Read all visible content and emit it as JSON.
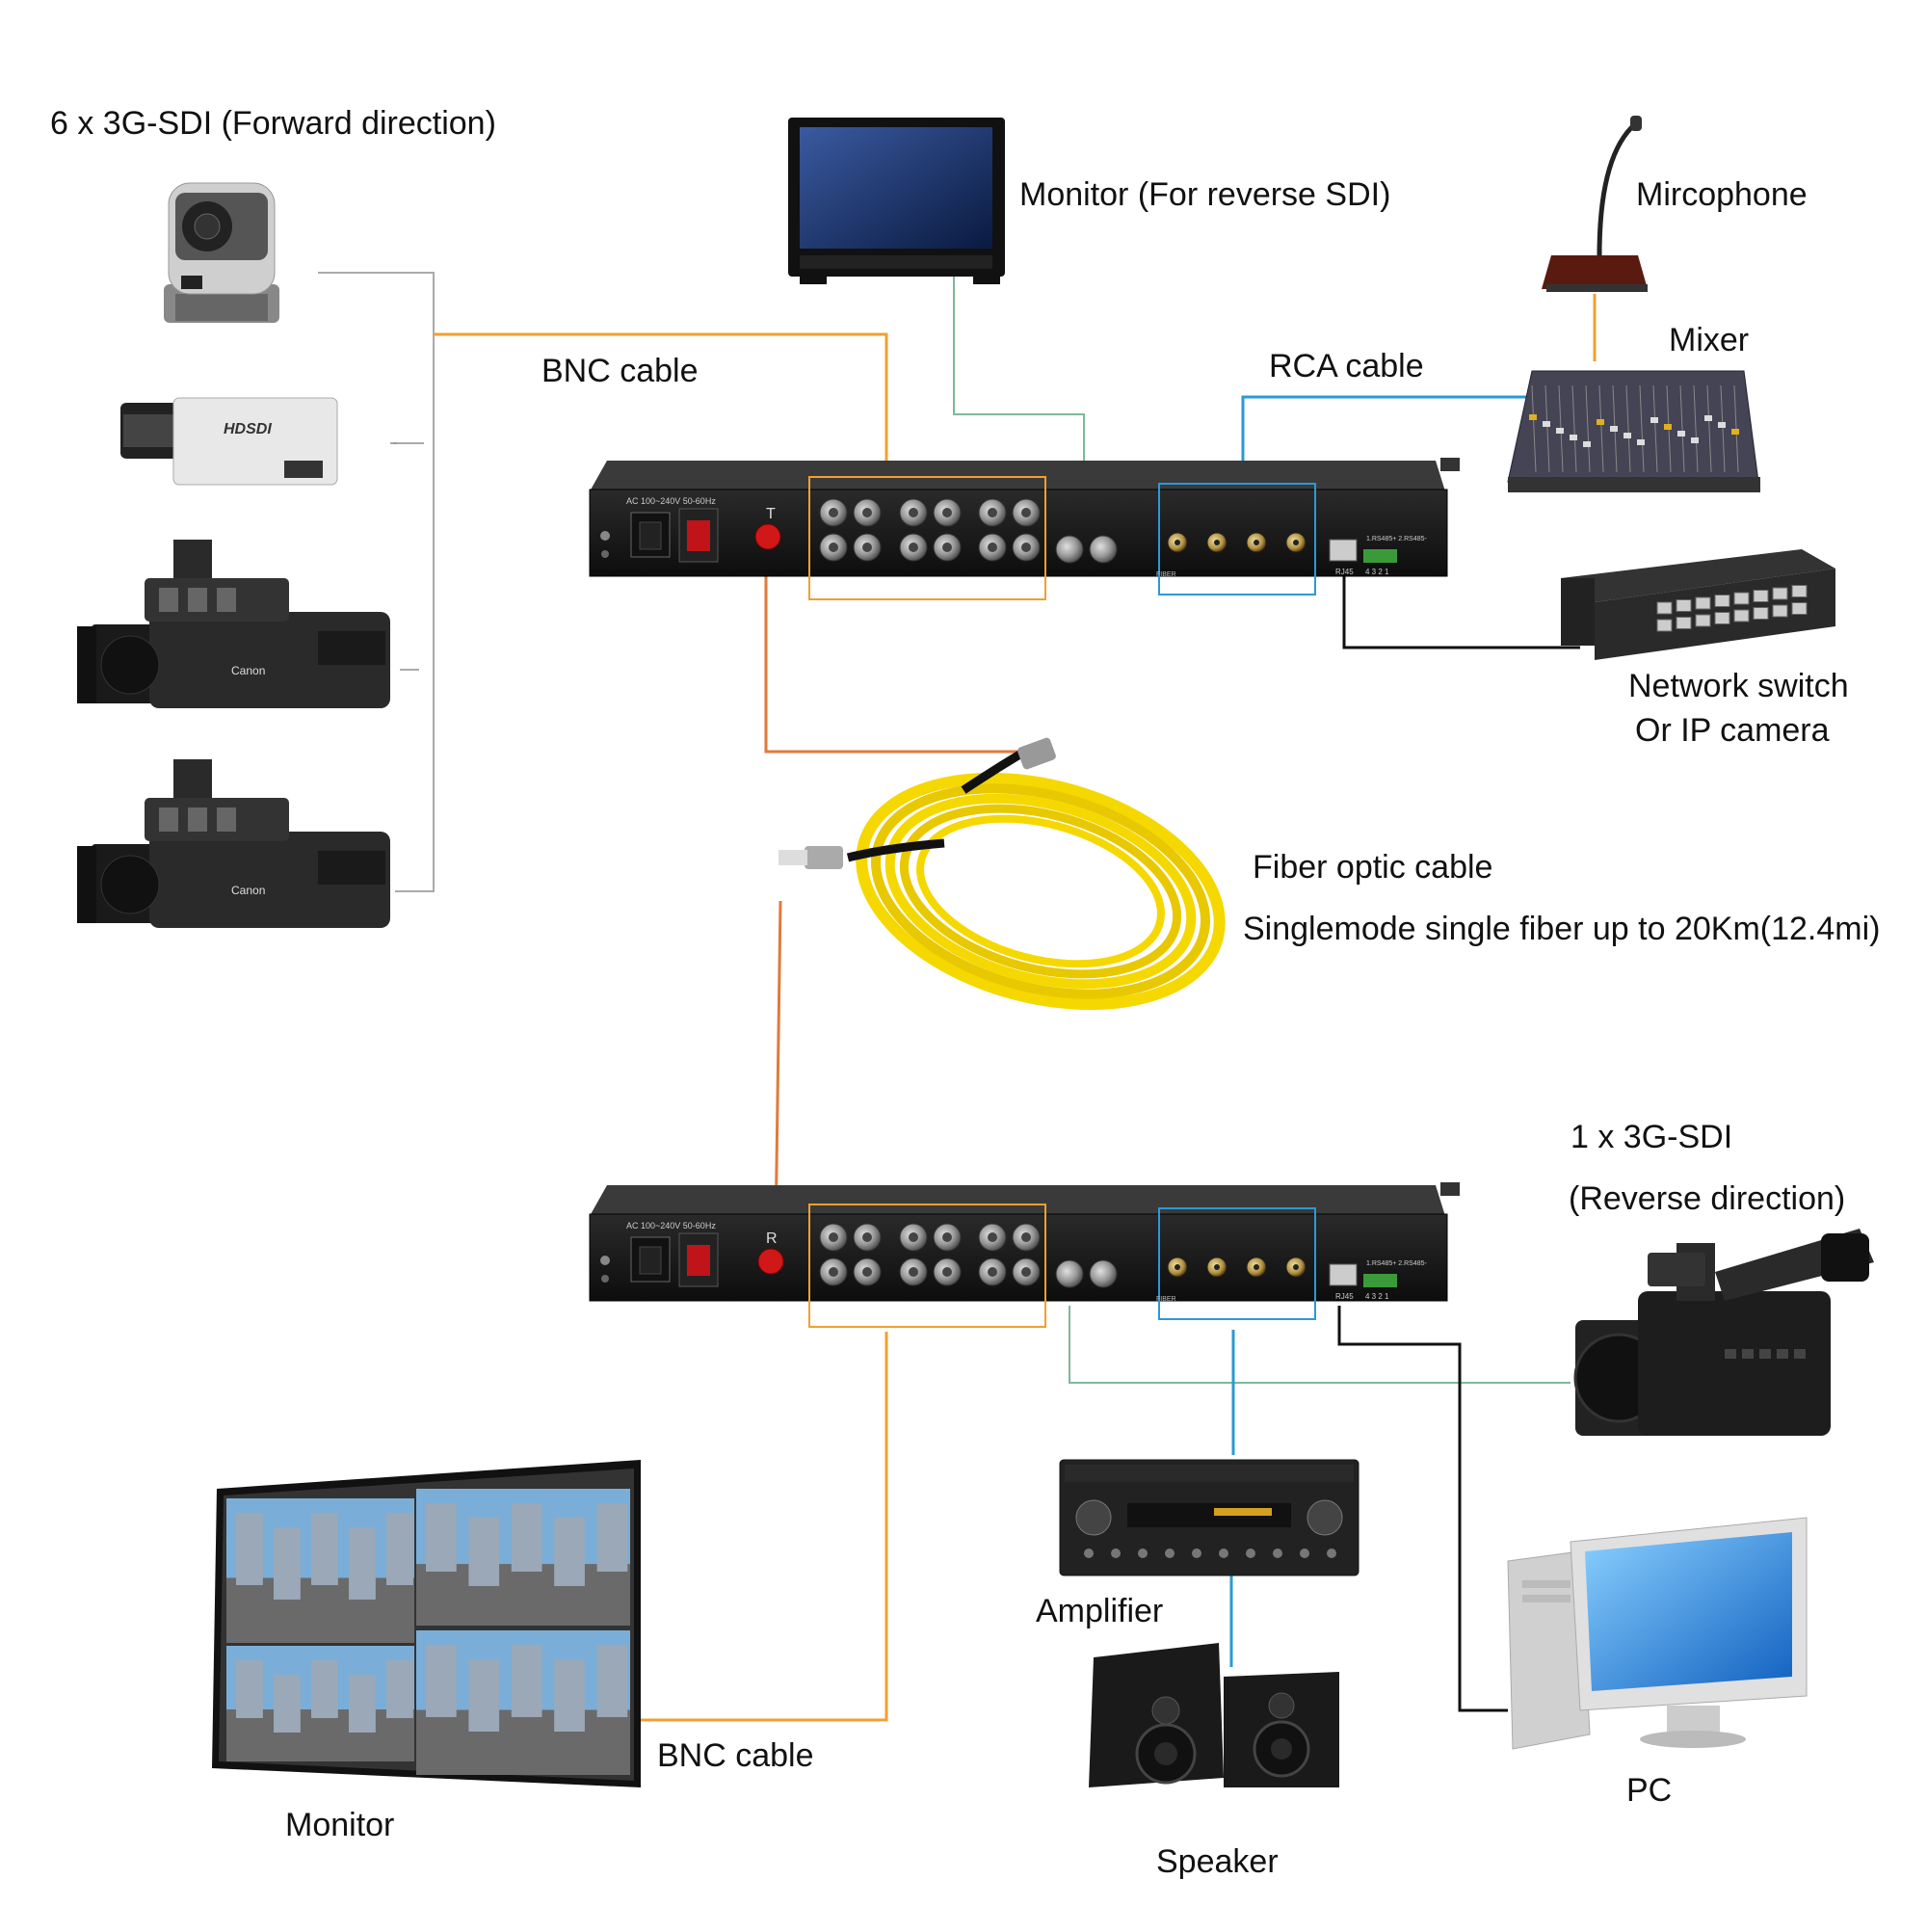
{
  "labels": {
    "forward_sdi": "6 x 3G-SDI (Forward direction)",
    "monitor_reverse": "Monitor (For reverse SDI)",
    "microphone": "Mircophone",
    "mixer": "Mixer",
    "rca_cable": "RCA cable",
    "bnc_cable_top": "BNC cable",
    "network_switch_line1": "Network switch",
    "network_switch_line2": "Or IP camera",
    "fiber_cable": "Fiber optic cable",
    "fiber_spec": "Singlemode single fiber up to 20Km(12.4mi)",
    "reverse_sdi_line1": "1 x 3G-SDI",
    "reverse_sdi_line2": "(Reverse direction)",
    "amplifier": "Amplifier",
    "speaker": "Speaker",
    "pc": "PC",
    "monitor_bottom": "Monitor",
    "bnc_cable_bottom": "BNC cable"
  },
  "device_text": {
    "power_spec": "AC 100~240V 50-60Hz",
    "tx_mark": "T",
    "rx_mark": "R",
    "rj45": "RJ45",
    "rs485": "1.RS485+  2.RS485-",
    "terminal": "4 3 2 1",
    "fiber_port": "FIBER",
    "hd_sdi": "HDSDI",
    "canon": "Canon"
  },
  "colors": {
    "bnc": "#f0a030",
    "sdi_reverse": "#7fb89a",
    "rca": "#2a9ad6",
    "ethernet": "#111111",
    "fiber": "#e07a3a",
    "cable_yellow": "#f5d800",
    "device_body": "#1a1a1a"
  }
}
